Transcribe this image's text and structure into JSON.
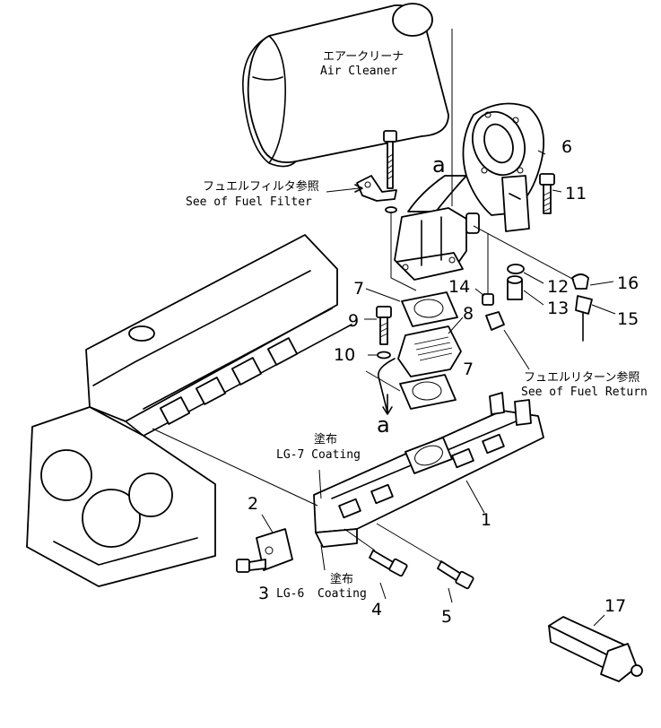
{
  "labels": {
    "air_cleaner_jp": "エアークリーナ",
    "air_cleaner_en": "Air Cleaner",
    "fuel_filter_jp": "フュエルフィルタ参照",
    "fuel_filter_en": "See of Fuel Filter",
    "fuel_return_jp": "フュエルリターン参照",
    "fuel_return_en": "See of Fuel Return",
    "coating_jp_top": "塗布",
    "coating_top_en": "LG-7 Coating",
    "coating_jp_bottom": "塗布",
    "coating_bottom_en": "Coating",
    "lg6": "LG-6",
    "letter_a_top": "a",
    "letter_a_bottom": "a"
  },
  "part_numbers": {
    "p1": "1",
    "p2": "2",
    "p3": "3",
    "p4": "4",
    "p5": "5",
    "p6": "6",
    "p7a": "7",
    "p7b": "7",
    "p8": "8",
    "p9": "9",
    "p10": "10",
    "p11": "11",
    "p12": "12",
    "p13": "13",
    "p14": "14",
    "p15": "15",
    "p16": "16",
    "p17": "17"
  }
}
